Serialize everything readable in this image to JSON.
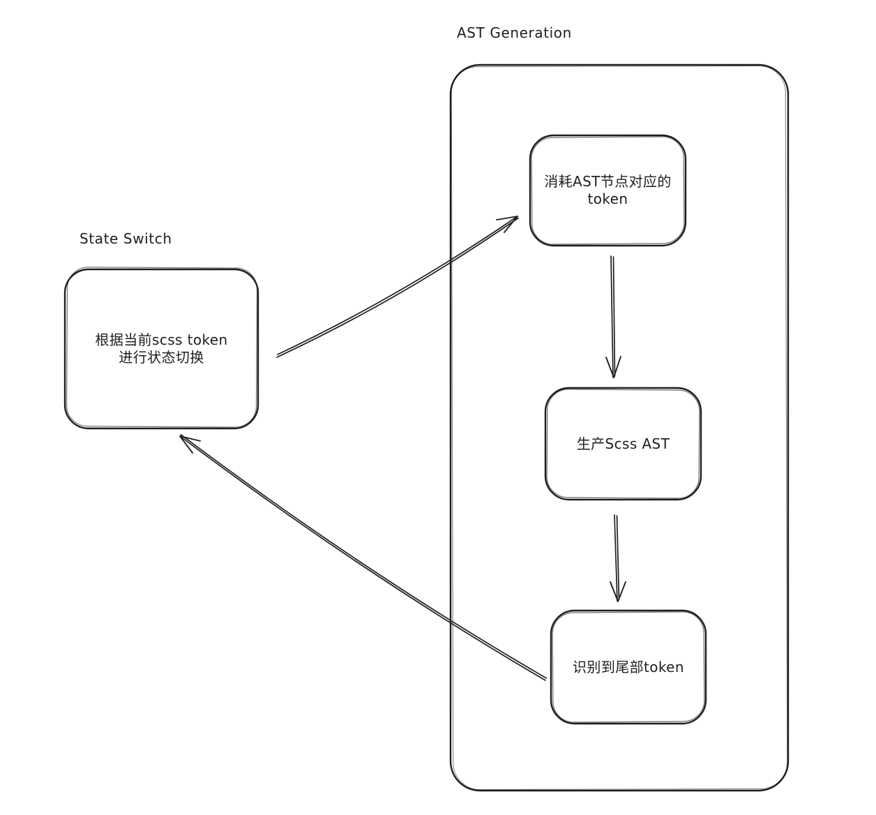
{
  "diagram": {
    "title": "AST Generation",
    "state_switch_label": "State Switch",
    "nodes": {
      "state_switch": {
        "line1": "根据当前scss token",
        "line2": "进行状态切换"
      },
      "consume_token": {
        "line1": "消耗AST节点对应的",
        "line2": "token"
      },
      "produce_ast": {
        "label": "生产Scss AST"
      },
      "tail_token": {
        "label": "识别到尾部token"
      }
    },
    "colors": {
      "stroke": "#1e1e1e",
      "background": "#ffffff"
    }
  }
}
